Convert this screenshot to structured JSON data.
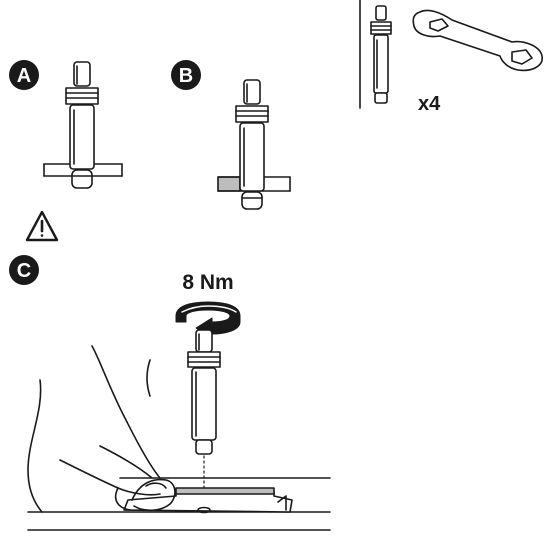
{
  "steps": {
    "a": "A",
    "b": "B",
    "c": "C"
  },
  "parts": {
    "quantity": "x4"
  },
  "torque": {
    "value": "8 Nm"
  },
  "icons": {
    "warning": "warning-triangle-icon",
    "rotate": "rotate-clockwise-icon"
  },
  "colors": {
    "ink": "#1a1a1a",
    "grey_fill": "#bdbdbd",
    "badge": "#1a1a1a",
    "badge_text": "#ffffff"
  }
}
